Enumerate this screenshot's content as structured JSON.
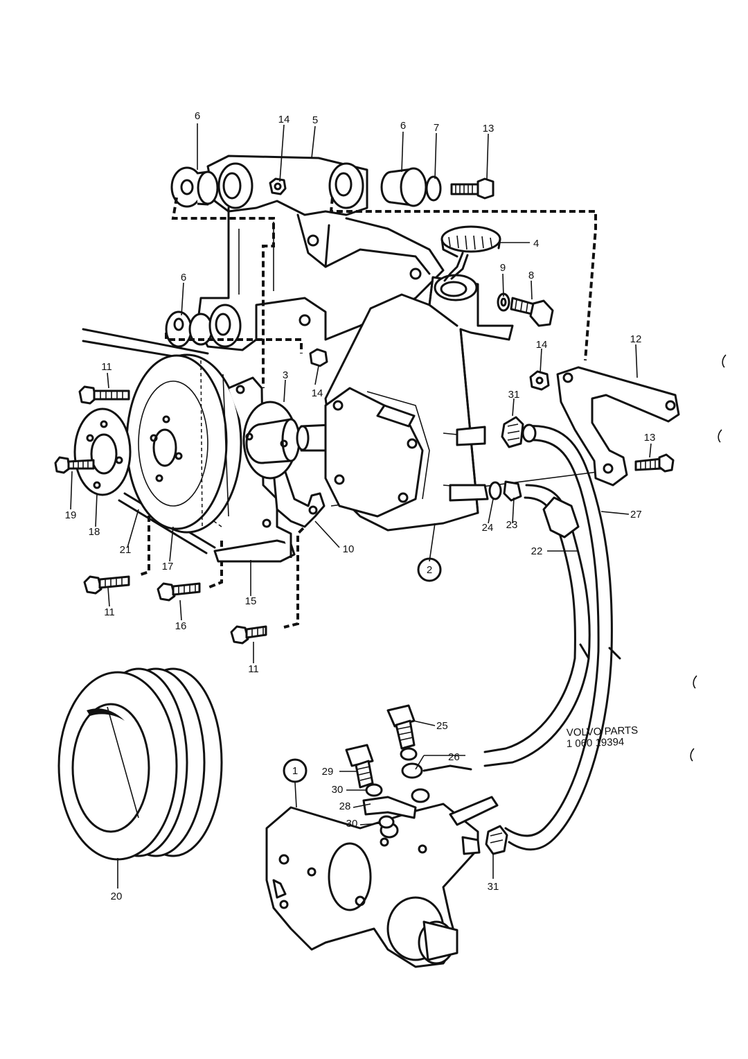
{
  "diagram": {
    "code_line1": "VOLVO PARTS",
    "code_line2": "1  060 19394",
    "labels": {
      "p1": "1",
      "p2": "2",
      "p3": "3",
      "p4": "4",
      "p5": "5",
      "p6": "6",
      "p7": "7",
      "p8": "8",
      "p9": "9",
      "p10": "10",
      "p11": "11",
      "p12": "12",
      "p13": "13",
      "p14": "14",
      "p15": "15",
      "p16": "16",
      "p17": "17",
      "p18": "18",
      "p19": "19",
      "p20": "20",
      "p21": "21",
      "p22": "22",
      "p23": "23",
      "p24": "24",
      "p25": "25",
      "p26": "26",
      "p27": "27",
      "p28": "28",
      "p29": "29",
      "p30": "30",
      "p31": "31"
    }
  }
}
